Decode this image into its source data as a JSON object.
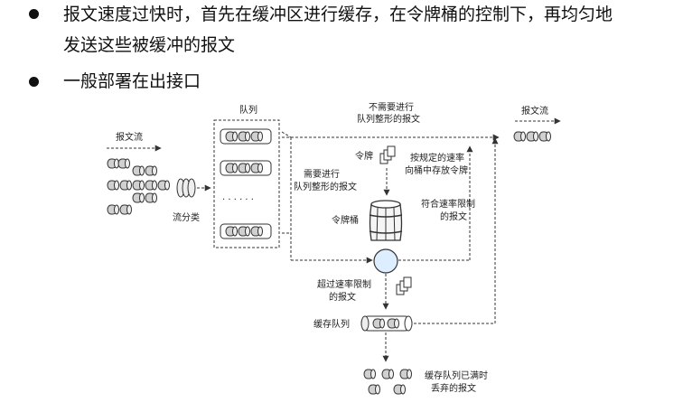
{
  "bullets": [
    {
      "line1": "报文速度过快时，首先在缓冲区进行缓存，在令牌桶的控制下，再均匀地",
      "line2": "发送这些被缓冲的报文"
    },
    {
      "line1": "一般部署在出接口"
    }
  ],
  "diagram": {
    "labels": {
      "input_flow": "报文流",
      "classify": "流分类",
      "queue": "队列",
      "queue_dots": "· · ·   · · ·",
      "no_shaping_1": "不需要进行",
      "no_shaping_2": "队列整形的报文",
      "output_flow": "报文流",
      "token": "令牌",
      "token_rate_1": "按规定的速率",
      "token_rate_2": "向桶中存放令牌",
      "need_shaping_1": "需要进行",
      "need_shaping_2": "队列整形的报文",
      "bucket": "令牌桶",
      "conform_1": "符合速率限制",
      "conform_2": "的报文",
      "exceed_1": "超过速率限制",
      "exceed_2": "的报文",
      "buffer_queue": "缓存队列",
      "discard_1": "缓存队列已满时",
      "discard_2": "丢弃的报文"
    },
    "colors": {
      "line": "#333333",
      "packet_fill": "#d0d0d0",
      "circle_fill": "#dceeff",
      "barrel_fill": "#f5f5f5"
    }
  }
}
